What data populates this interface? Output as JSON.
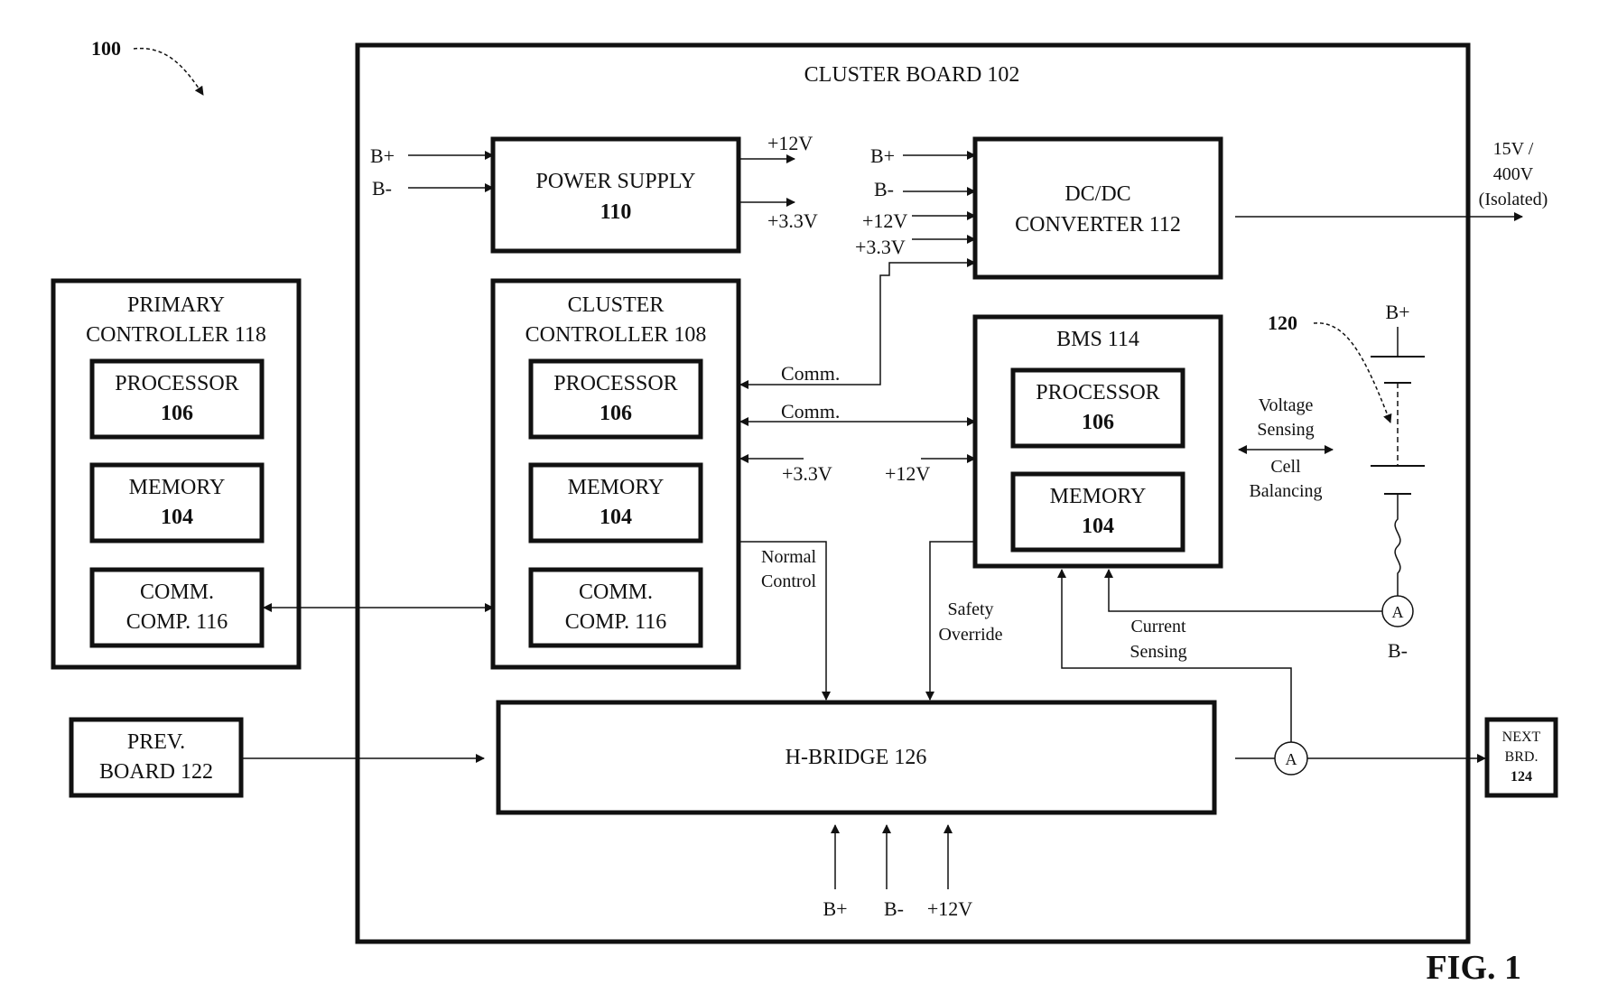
{
  "figure": {
    "ref": "100",
    "fig_label": "FIG. 1"
  },
  "cluster_board": {
    "label": "CLUSTER BOARD 102"
  },
  "primary_controller": {
    "label_line1": "PRIMARY",
    "label_line2": "CONTROLLER 118",
    "processor": [
      "PROCESSOR",
      "106"
    ],
    "memory": [
      "MEMORY",
      "104"
    ],
    "comm": [
      "COMM.",
      "COMP. 116"
    ]
  },
  "cluster_controller": {
    "label_line1": "CLUSTER",
    "label_line2": "CONTROLLER 108",
    "processor": [
      "PROCESSOR",
      "106"
    ],
    "memory": [
      "MEMORY",
      "104"
    ],
    "comm": [
      "COMM.",
      "COMP. 116"
    ]
  },
  "power_supply": {
    "line1": "POWER SUPPLY",
    "line2": "110"
  },
  "dcdc": {
    "line1": "DC/DC",
    "line2": "CONVERTER 112",
    "output": [
      "15V /",
      "400V",
      "(Isolated)"
    ]
  },
  "bms": {
    "label": "BMS 114",
    "processor": [
      "PROCESSOR",
      "106"
    ],
    "memory": [
      "MEMORY",
      "104"
    ]
  },
  "hbridge": {
    "label": "H-BRIDGE 126"
  },
  "prev_board": [
    "PREV.",
    "BOARD 122"
  ],
  "next_board": [
    "NEXT",
    "BRD.",
    "124"
  ],
  "battery": {
    "ref": "120",
    "pos": "B+",
    "neg": "B-"
  },
  "signals": {
    "b_plus": "B+",
    "b_minus": "B-",
    "v12": "+12V",
    "v33": "+3.3V",
    "comm": "Comm.",
    "normal_control": [
      "Normal",
      "Control"
    ],
    "safety_override": [
      "Safety",
      "Override"
    ],
    "current_sensing": [
      "Current",
      "Sensing"
    ],
    "voltage_sensing": [
      "Voltage",
      "Sensing"
    ],
    "cell_balancing": [
      "Cell",
      "Balancing"
    ],
    "ammeter": "A"
  }
}
